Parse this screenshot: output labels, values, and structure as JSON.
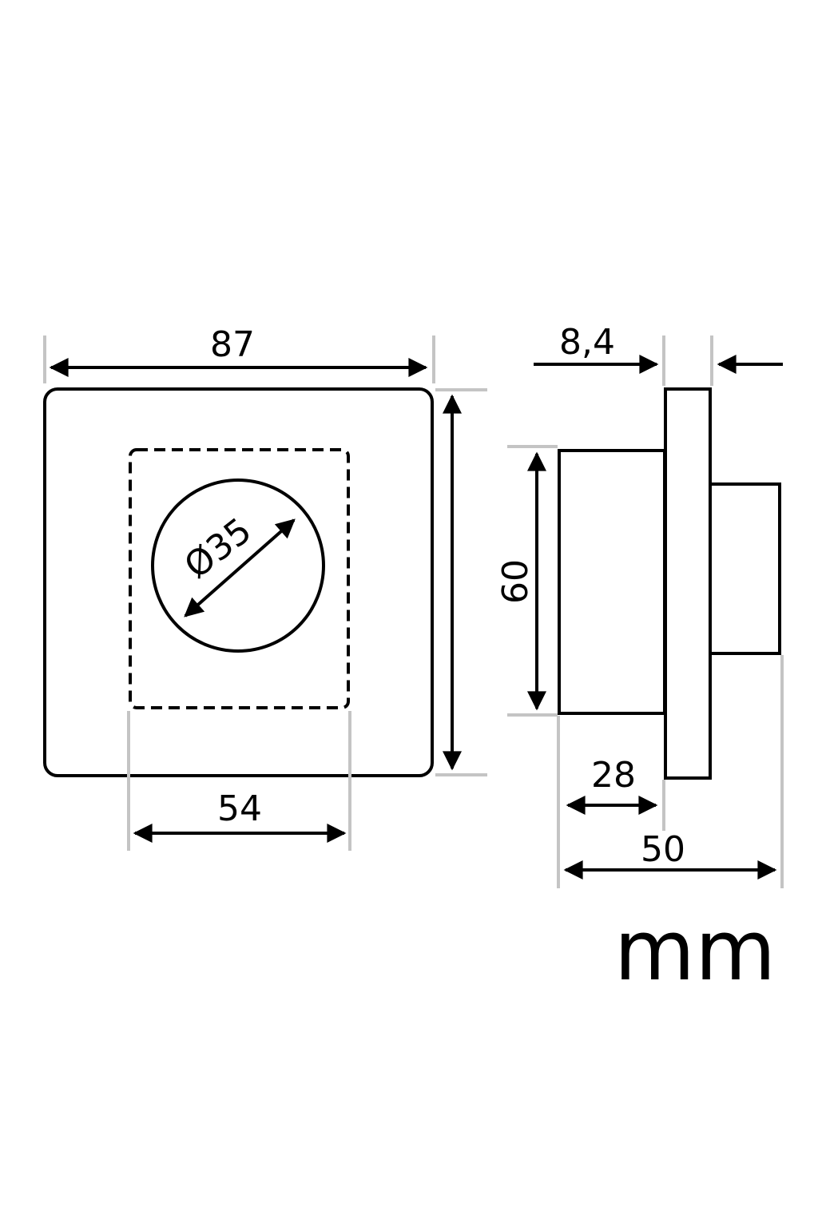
{
  "dimensions": {
    "front_width": "87",
    "cutout_width": "54",
    "hole_diameter": "Ø35",
    "body_height": "60",
    "plate_thickness": "8,4",
    "body_depth": "28",
    "total_depth": "50"
  },
  "unit": "mm",
  "colors": {
    "line": "#000000",
    "extension_line": "#c4c4c4",
    "background": "#ffffff"
  }
}
